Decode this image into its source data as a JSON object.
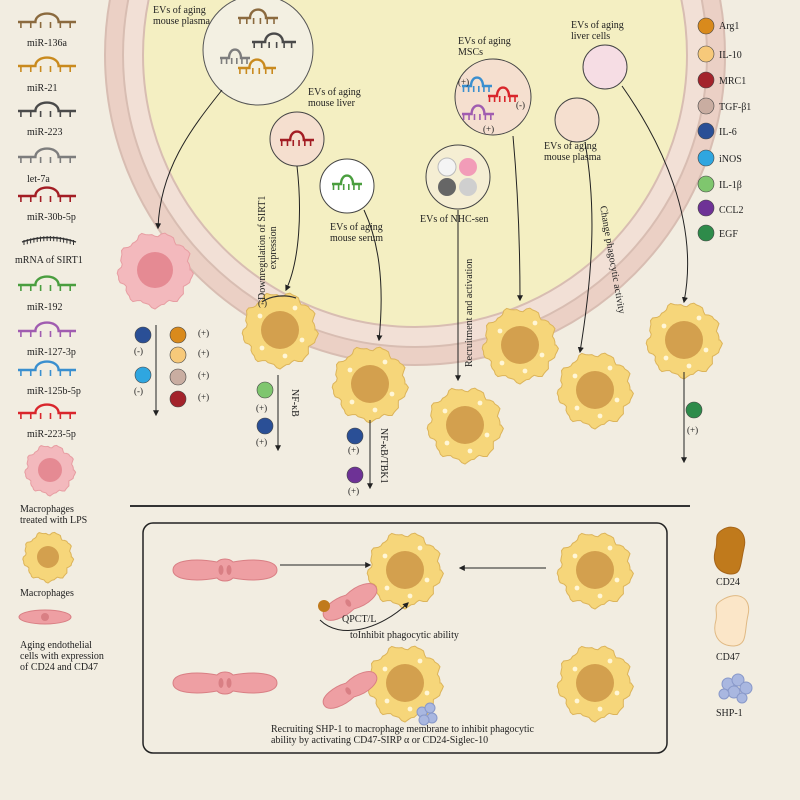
{
  "legend_left": [
    {
      "label": "miR-136a",
      "color": "#8b6a3e"
    },
    {
      "label": "miR-21",
      "color": "#c98a1e"
    },
    {
      "label": "miR-223",
      "color": "#4a4a4a"
    },
    {
      "label": "let-7a",
      "color": "#7d7d7d"
    },
    {
      "label": "miR-30b-5p",
      "color": "#a31d24"
    },
    {
      "label": "mRNA of SIRT1",
      "color": "#333333"
    },
    {
      "label": "miR-192",
      "color": "#4a9e3f"
    },
    {
      "label": "miR-127-3p",
      "color": "#a05cb0"
    },
    {
      "label": "miR-125b-5p",
      "color": "#3a8fcf"
    },
    {
      "label": "miR-223-5p",
      "color": "#d9262c"
    }
  ],
  "legend_cells": {
    "lps": "Macrophages\ntreated with LPS",
    "macrophage": "Macrophages",
    "endothelial": "Aging endothelial\ncells with  expression\nof CD24 and CD47"
  },
  "legend_right": [
    {
      "label": "Arg1",
      "color": "#d98a1c"
    },
    {
      "label": "IL-10",
      "color": "#f7c97a"
    },
    {
      "label": "MRC1",
      "color": "#a3232b"
    },
    {
      "label": "TGF-β1",
      "color": "#c9ada1"
    },
    {
      "label": "IL-6",
      "color": "#2a4f96"
    },
    {
      "label": "iNOS",
      "color": "#2fa6e0"
    },
    {
      "label": "IL-1β",
      "color": "#7fc66e"
    },
    {
      "label": "CCL2",
      "color": "#6e3296"
    },
    {
      "label": "EGF",
      "color": "#2e8b4a"
    }
  ],
  "legend_right_bottom": {
    "cd24": "CD24",
    "cd47": "CD47",
    "shp1": "SHP-1"
  },
  "ev_labels": {
    "plasma": "EVs of aging\nmouse plasma",
    "liver": "EVs of aging\nmouse liver",
    "serum": "EVs of aging\nmouse serum",
    "mscs": "EVs of aging\nMSCs",
    "nhc": "EVs of NHC-sen",
    "liver_cells": "EVs of aging\nliver cells",
    "plasma2": "EVs of aging\nmouse plasma"
  },
  "annotations": {
    "sirt1": "Downregulation of SIRT1\nexpression",
    "recruit": "Recruitment and activation",
    "phago": "Change phagocytic activity",
    "nfkb": "NF-κB",
    "nfkb_tbk1": "NF-κB/TBK1",
    "qpct": "QPCT/L",
    "inhibit": "toInhibit phagocytic ability",
    "bottom_caption": "Recruiting SHP-1 to macrophage membrane to inhibit phagocytic\nability by activating CD47-SIRP α or CD24-Siglec-10"
  },
  "signs": {
    "plus": "(+)",
    "minus": "(-)"
  },
  "colors": {
    "background": "#f2ede1",
    "cell_outer": "#ebd0c5",
    "cell_inner": "#f4efc2",
    "macrophage": "#f6d67a",
    "nucleus": "#d3a04e",
    "lps_macrophage": "#f3b9bd",
    "endothelial": "#ee9fa3"
  }
}
